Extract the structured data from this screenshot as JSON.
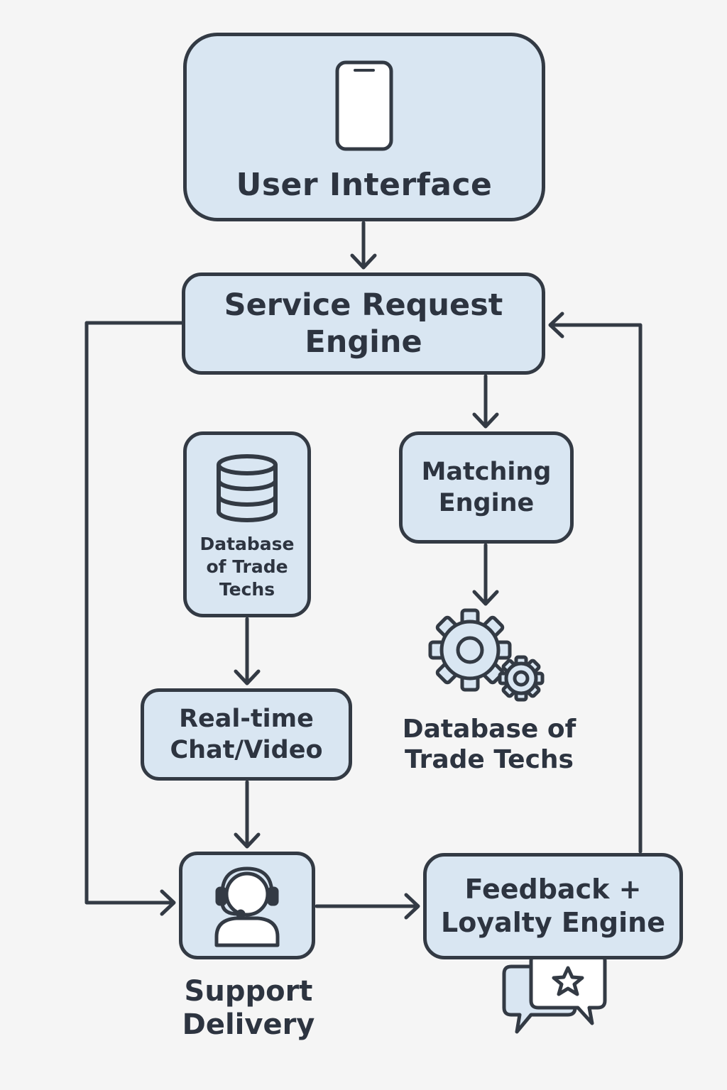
{
  "nodes": {
    "user_interface": {
      "label": "User Interface",
      "icon": "smartphone-icon"
    },
    "service_request_engine": {
      "label_lines": [
        "Service Request",
        "Engine"
      ]
    },
    "database_box": {
      "label_lines": [
        "Database",
        "of Trade",
        "Techs"
      ],
      "icon": "database-icon"
    },
    "matching_engine": {
      "label_lines": [
        "Matching",
        "Engine"
      ]
    },
    "gear_database": {
      "label_lines": [
        "Database of",
        "Trade Techs"
      ],
      "icon": "gears-icon"
    },
    "realtime_chat": {
      "label_lines": [
        "Real-time",
        "Chat/Video"
      ]
    },
    "support_delivery": {
      "label_lines": [
        "Support",
        "Delivery"
      ],
      "icon": "support-agent-icon"
    },
    "feedback_loyalty": {
      "label_lines": [
        "Feedback +",
        "Loyalty Engine"
      ],
      "icon": "star-chat-bubbles-icon"
    }
  },
  "edges": [
    {
      "from": "User Interface",
      "to": "Service Request Engine"
    },
    {
      "from": "Service Request Engine",
      "to": "Matching Engine"
    },
    {
      "from": "Matching Engine",
      "to": "Database of Trade Techs"
    },
    {
      "from": "Database of Trade Techs",
      "to": "Real-time Chat/Video"
    },
    {
      "from": "Real-time Chat/Video",
      "to": "Support Delivery"
    },
    {
      "from": "Service Request Engine",
      "to": "Support Delivery"
    },
    {
      "from": "Support Delivery",
      "to": "Feedback + Loyalty Engine"
    },
    {
      "from": "Feedback + Loyalty Engine",
      "to": "Service Request Engine"
    }
  ],
  "colors": {
    "node_fill": "#d9e6f2",
    "stroke": "#333a44",
    "text": "#2d3440",
    "background": "#f5f5f5"
  }
}
